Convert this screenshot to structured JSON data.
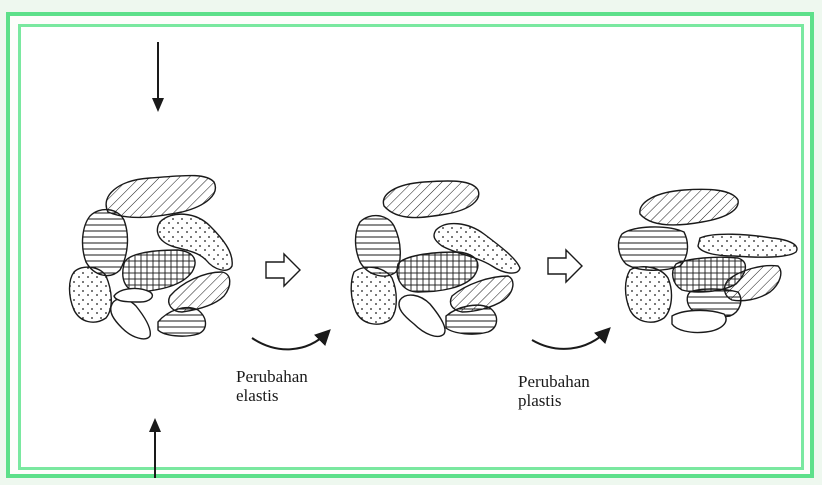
{
  "diagram": {
    "labels": {
      "elastic": {
        "line1": "Perubahan",
        "line2": "elastis"
      },
      "plastic": {
        "line1": "Perubahan",
        "line2": "plastis"
      }
    },
    "stages": [
      "initial-grains",
      "after-elastic-change",
      "after-plastic-change"
    ],
    "colors": {
      "frame_outer": "#5de08a",
      "frame_inner": "#7ae8a0",
      "ink": "#1a1a1a"
    }
  }
}
